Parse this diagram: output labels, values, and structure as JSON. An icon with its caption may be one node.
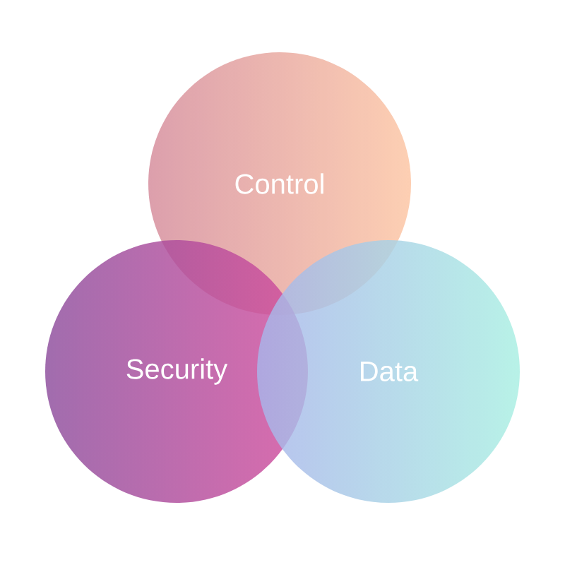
{
  "diagram": {
    "nodes": [
      {
        "text": [
          "Control"
        ]
      },
      {
        "text": [
          "Security"
        ]
      },
      {
        "text": [
          "Data"
        ]
      }
    ]
  }
}
